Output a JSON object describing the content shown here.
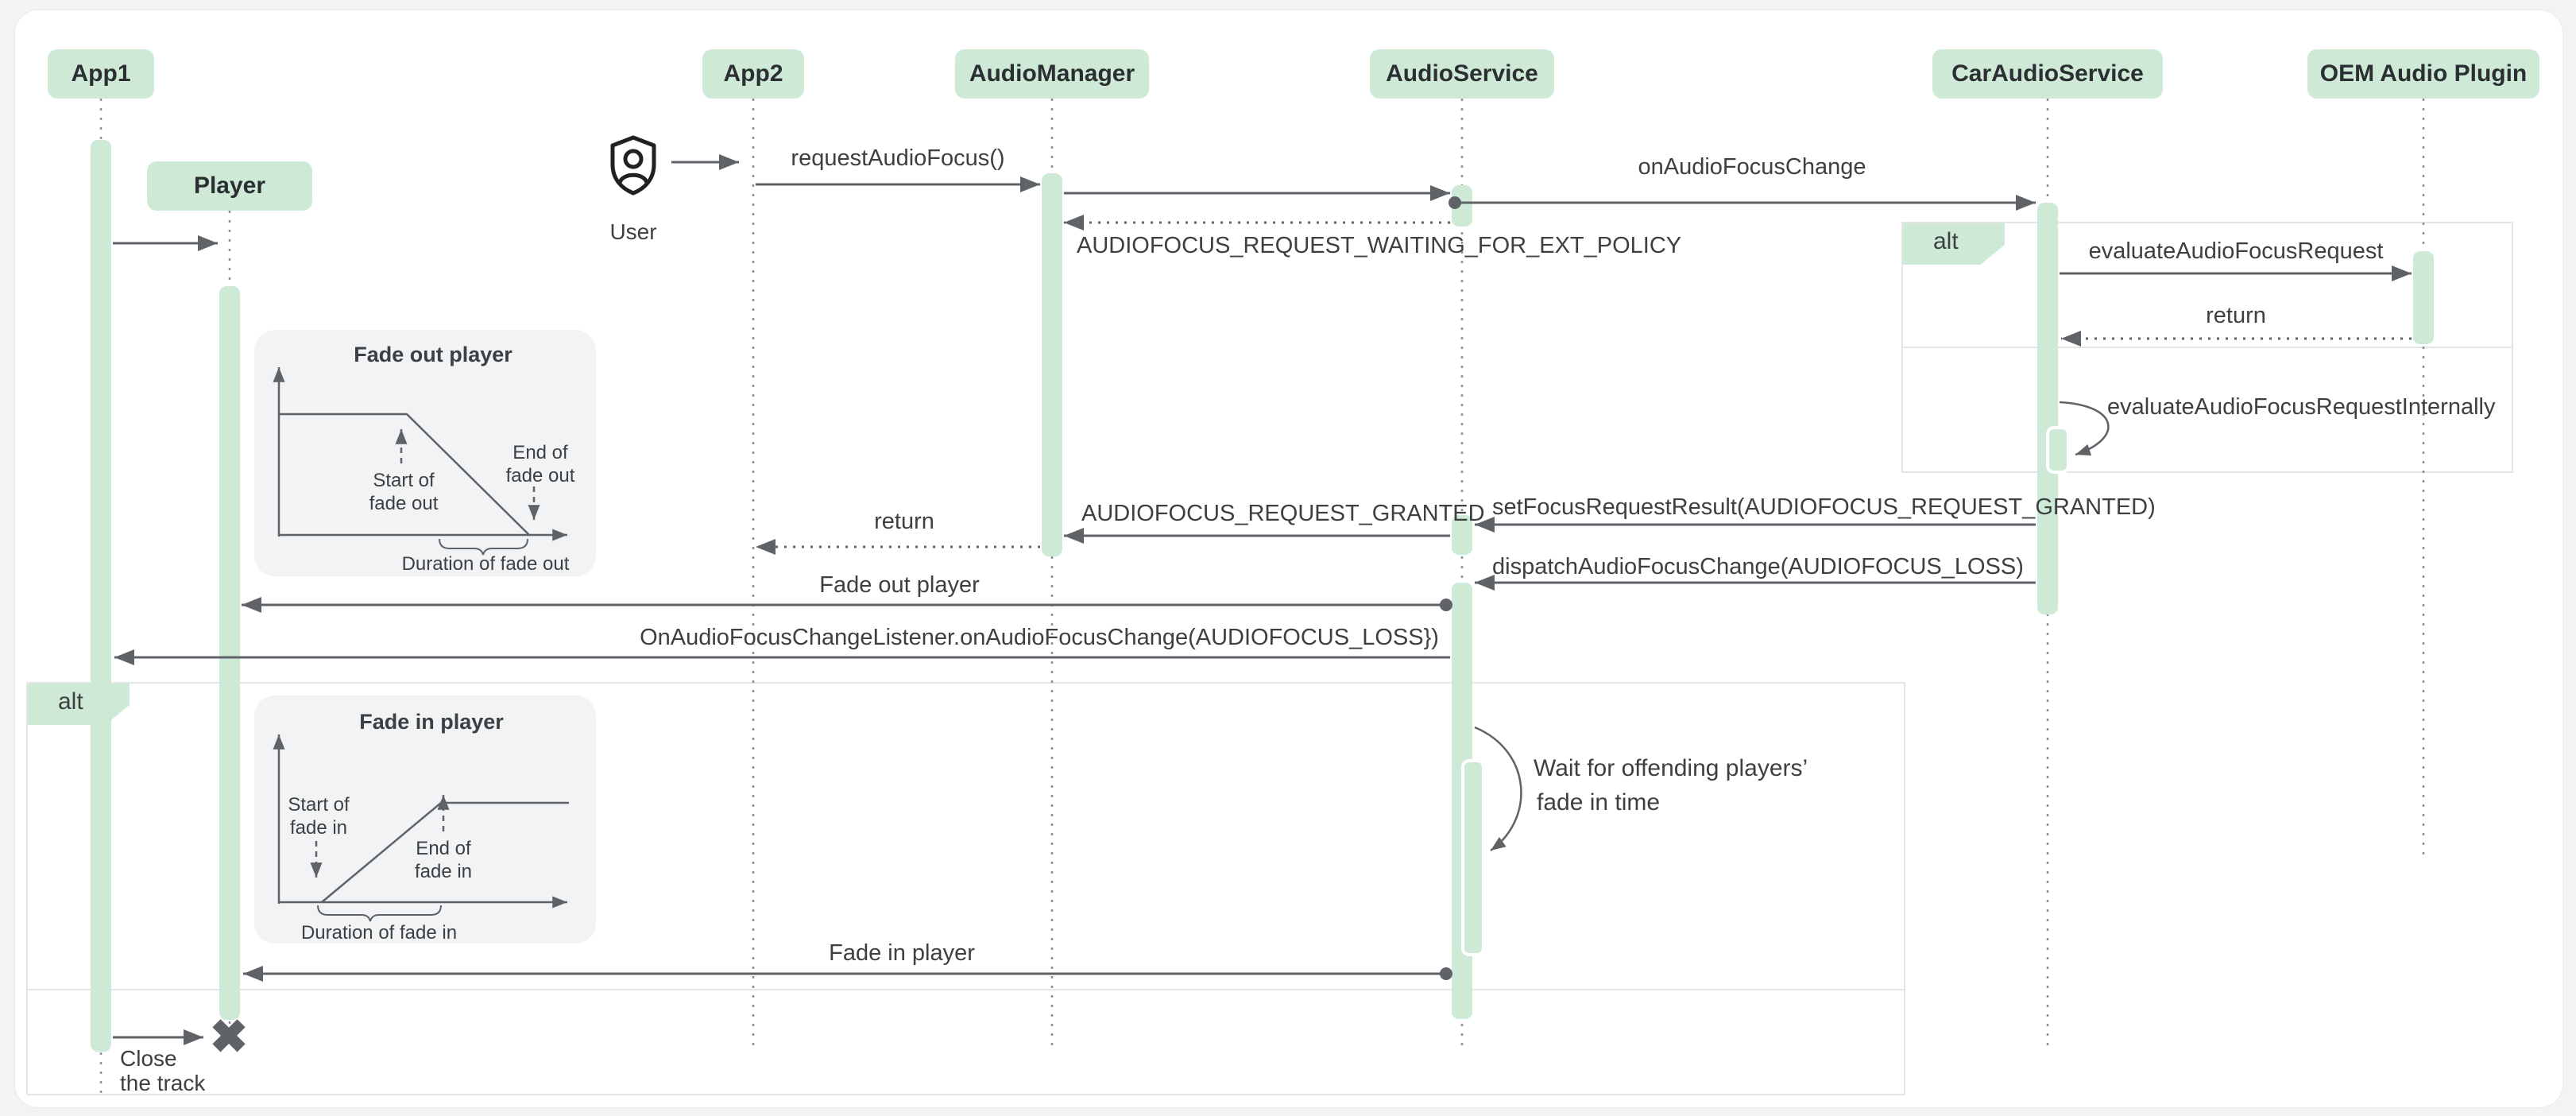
{
  "participants": {
    "app1": "App1",
    "player": "Player",
    "app2": "App2",
    "audio_manager": "AudioManager",
    "audio_service": "AudioService",
    "car_audio_service": "CarAudioService",
    "oem_audio_plugin": "OEM Audio Plugin"
  },
  "actor": {
    "label": "User"
  },
  "fragments": {
    "alt_car": "alt",
    "alt_main": "alt"
  },
  "messages": {
    "request_audio_focus": "requestAudioFocus()",
    "on_audio_focus_change": "onAudioFocusChange",
    "waiting_for_ext_policy": "AUDIOFOCUS_REQUEST_WAITING_FOR_EXT_POLICY",
    "evaluate_audio_focus_request": "evaluateAudioFocusRequest",
    "evaluate_return": "return",
    "evaluate_internally": "evaluateAudioFocusRequestInternally",
    "set_focus_request_result": "setFocusRequestResult(AUDIOFOCUS_REQUEST_GRANTED)",
    "request_granted": "AUDIOFOCUS_REQUEST_GRANTED",
    "manager_return": "return",
    "dispatch_focus_change": "dispatchAudioFocusChange(AUDIOFOCUS_LOSS)",
    "fade_out_player": "Fade out player",
    "on_focus_change_listener": "OnAudioFocusChangeListener.onAudioFocusChange(AUDIOFOCUS_LOSS})",
    "wait_line1": "Wait for offending players’",
    "wait_line2": "fade in time",
    "fade_in_player": "Fade in player",
    "close_line1": "Close",
    "close_line2": "the track"
  },
  "fade_out_chart": {
    "type": "line",
    "title": "Fade out player",
    "shape": "volume holds high then ramps down to zero",
    "start_label_line1": "Start of",
    "start_label_line2": "fade out",
    "end_label_line1": "End of",
    "end_label_line2": "fade out",
    "duration_label": "Duration of fade out"
  },
  "fade_in_chart": {
    "type": "line",
    "title": "Fade in player",
    "shape": "volume ramps up from zero then holds high",
    "start_label_line1": "Start of",
    "start_label_line2": "fade in",
    "end_label_line1": "End of",
    "end_label_line2": "fade in",
    "duration_label": "Duration of fade in"
  },
  "colors": {
    "participant_fill": "#CEEAD6",
    "activation_fill": "#CEEAD6",
    "arrow": "#5F6368",
    "text": "#3C4043",
    "lifeline": "#8A9096",
    "fragment_border": "#E3E5E9",
    "panel_bg": "#F1F3F4",
    "card_bg": "#FFFFFF"
  }
}
